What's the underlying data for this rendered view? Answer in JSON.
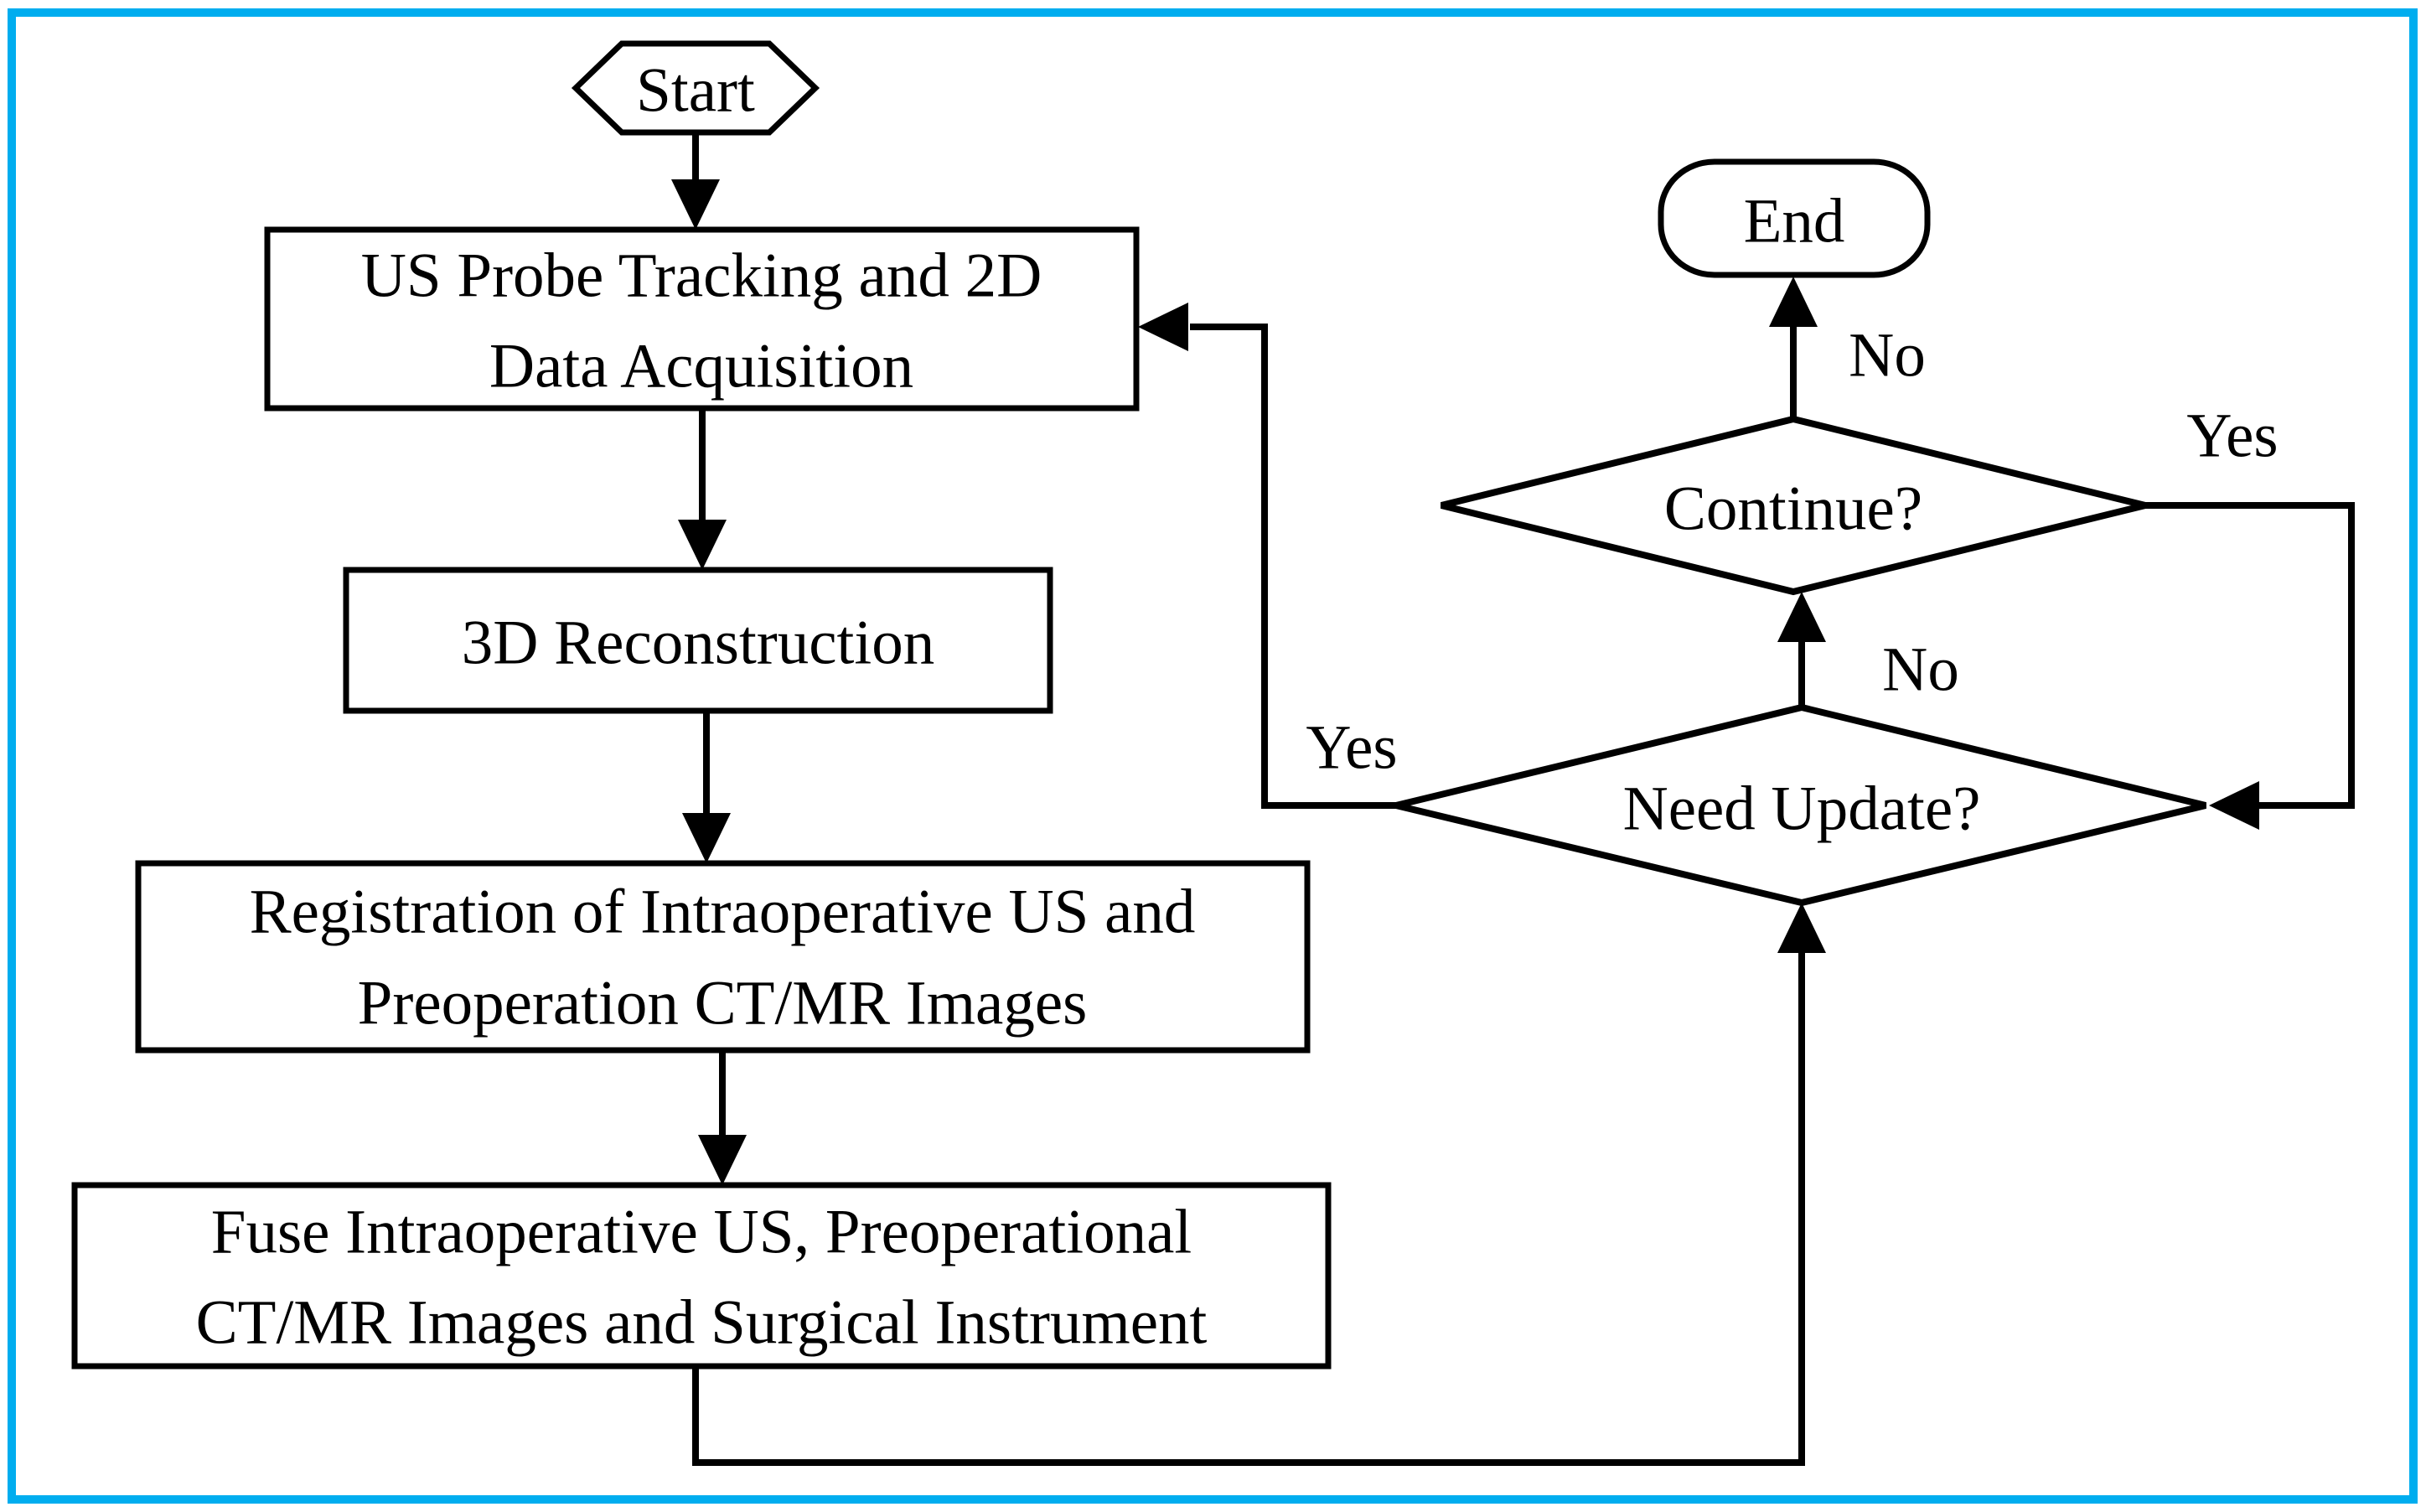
{
  "theme": {
    "background": "#FFFFFF",
    "frame_border_color": "#00ADEF",
    "line_color": "#000000",
    "text_color": "#000000"
  },
  "nodes": {
    "start": {
      "shape": "hexagon",
      "label": "Start"
    },
    "acquisition": {
      "shape": "process",
      "line1": "US Probe Tracking and 2D",
      "line2": "Data Acquisition"
    },
    "reconstruction": {
      "shape": "process",
      "label": "3D Reconstruction"
    },
    "registration": {
      "shape": "process",
      "line1": "Registration of Intraoperative US and",
      "line2": "Preoperation CT/MR Images"
    },
    "fusion": {
      "shape": "process",
      "line1": "Fuse Intraoperative US, Preoperational",
      "line2": "CT/MR Images and Surgical Instrument"
    },
    "need_update": {
      "shape": "decision",
      "label": "Need Update?"
    },
    "continue": {
      "shape": "decision",
      "label": "Continue?"
    },
    "end": {
      "shape": "terminator",
      "label": "End"
    }
  },
  "edge_labels": {
    "need_update_yes": "Yes",
    "need_update_no": "No",
    "continue_yes": "Yes",
    "continue_no": "No"
  }
}
